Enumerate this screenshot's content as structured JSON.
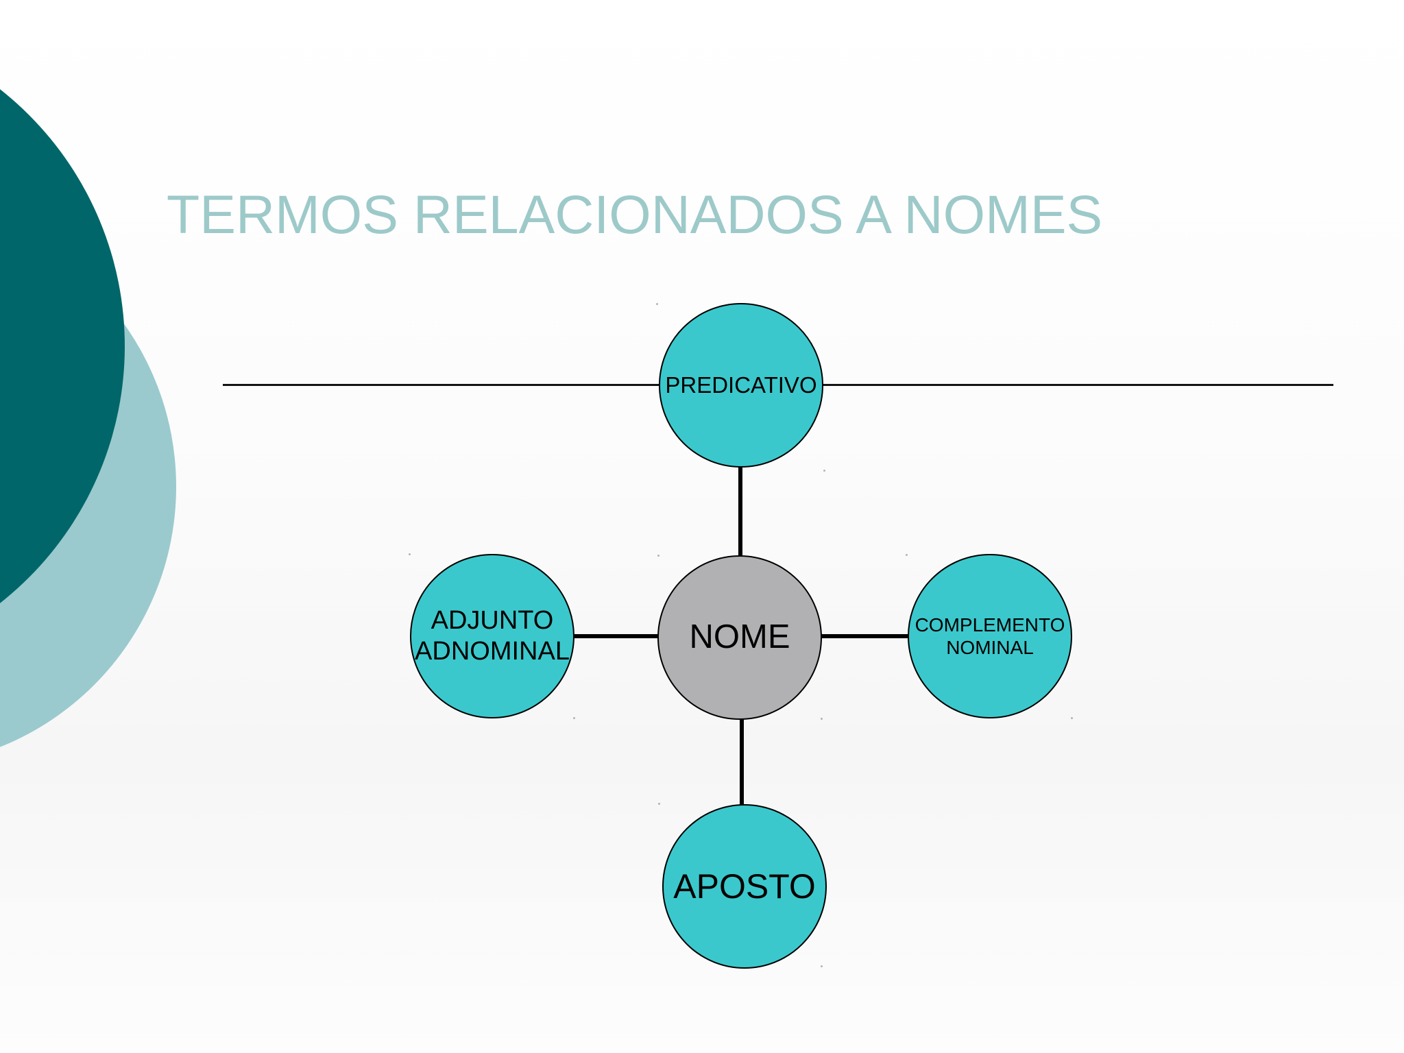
{
  "slide": {
    "title": "TERMOS RELACIONADOS A NOMES"
  },
  "diagram": {
    "type": "radial",
    "center": {
      "label": "NOME",
      "fill": "#B1B1B3"
    },
    "nodes": {
      "top": {
        "label": "PREDICATIVO",
        "fill": "#3BC8CC"
      },
      "left": {
        "label": "ADJUNTO\nADNOMINAL",
        "fill": "#3BC8CC"
      },
      "right": {
        "label": "COMPLEMENTO\nNOMINAL",
        "fill": "#3BC8CC"
      },
      "bottom": {
        "label": "APOSTO",
        "fill": "#3BC8CC"
      }
    },
    "outline_color": "#000000",
    "connector_color": "#000000"
  },
  "decor": {
    "title_color": "#9DC9C9",
    "dark_circle_color": "#006669",
    "light_circle_color": "#9ACACD"
  }
}
